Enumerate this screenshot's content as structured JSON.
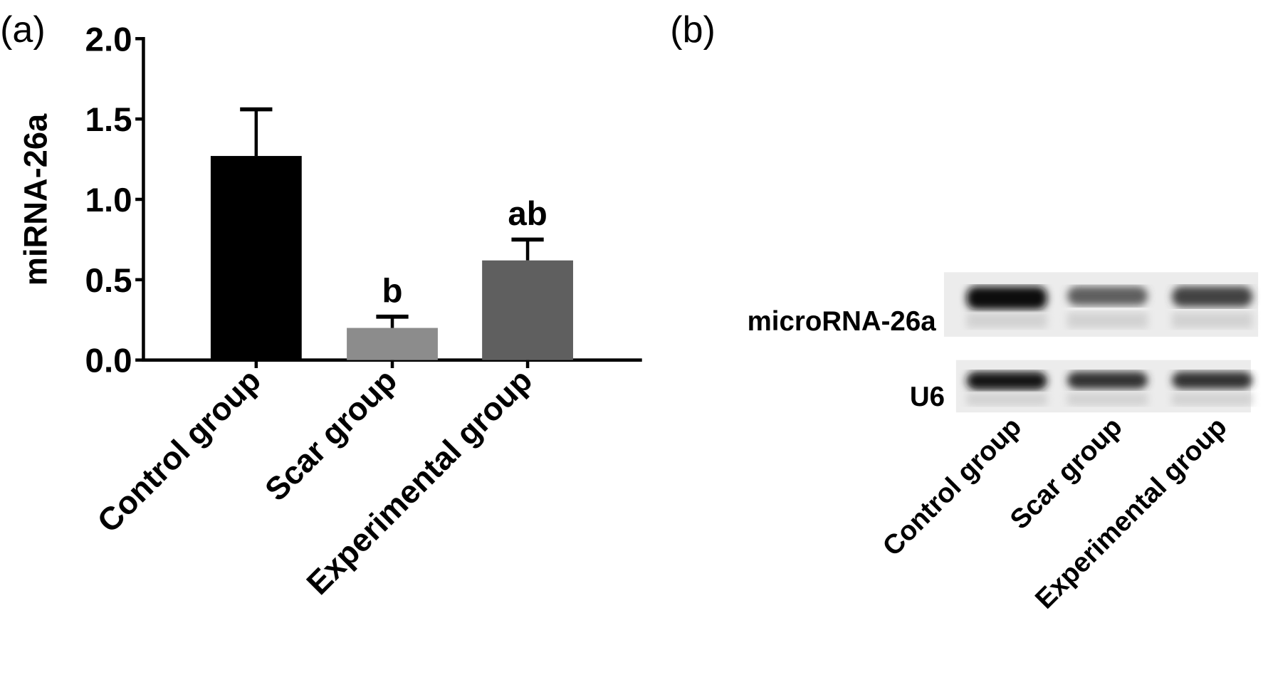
{
  "chart_data": {
    "type": "bar",
    "panel_label": "(a)",
    "title": "",
    "xlabel": "",
    "ylabel": "miRNA-26a",
    "ylim": [
      0,
      2.0
    ],
    "yticks": [
      "0.0",
      "0.5",
      "1.0",
      "1.5",
      "2.0"
    ],
    "categories": [
      "Control group",
      "Scar group",
      "Experimental group"
    ],
    "values": [
      1.27,
      0.2,
      0.62
    ],
    "errors": [
      0.29,
      0.07,
      0.13
    ],
    "annotations": [
      "",
      "b",
      "ab"
    ],
    "colors": [
      "#000000",
      "#8c8c8c",
      "#5f5f5f"
    ],
    "grid": false
  },
  "blot": {
    "panel_label": "(b)",
    "rows": [
      {
        "label": "microRNA-26a",
        "intensities": [
          1.0,
          0.55,
          0.7
        ]
      },
      {
        "label": "U6",
        "intensities": [
          0.95,
          0.8,
          0.8
        ]
      }
    ],
    "lanes": [
      "Control group",
      "Scar group",
      "Experimental group"
    ]
  }
}
